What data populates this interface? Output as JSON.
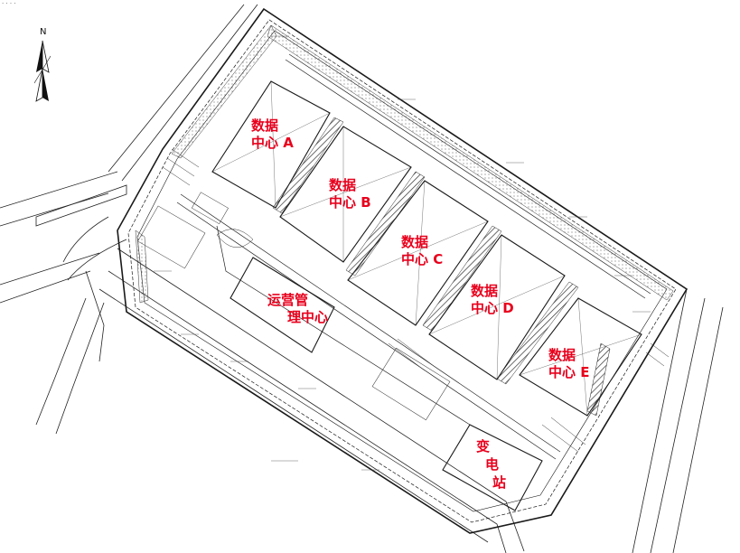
{
  "corner_text": "· · · ·",
  "north_label": "N",
  "labels": {
    "dc_a": [
      "数据",
      "中心 A"
    ],
    "dc_b": [
      "数据",
      "中心 B"
    ],
    "dc_c": [
      "数据",
      "中心 C"
    ],
    "dc_d": [
      "数据",
      "中心 D"
    ],
    "dc_e": [
      "数据",
      "中心 E"
    ],
    "ops": [
      "运营管",
      "理中心"
    ],
    "substation": [
      "变",
      "电",
      "站"
    ]
  },
  "colors": {
    "label": "#e8001c",
    "line": "#1a1a1a",
    "hatch": "#333333"
  },
  "icons": [
    "north-arrow-icon"
  ]
}
